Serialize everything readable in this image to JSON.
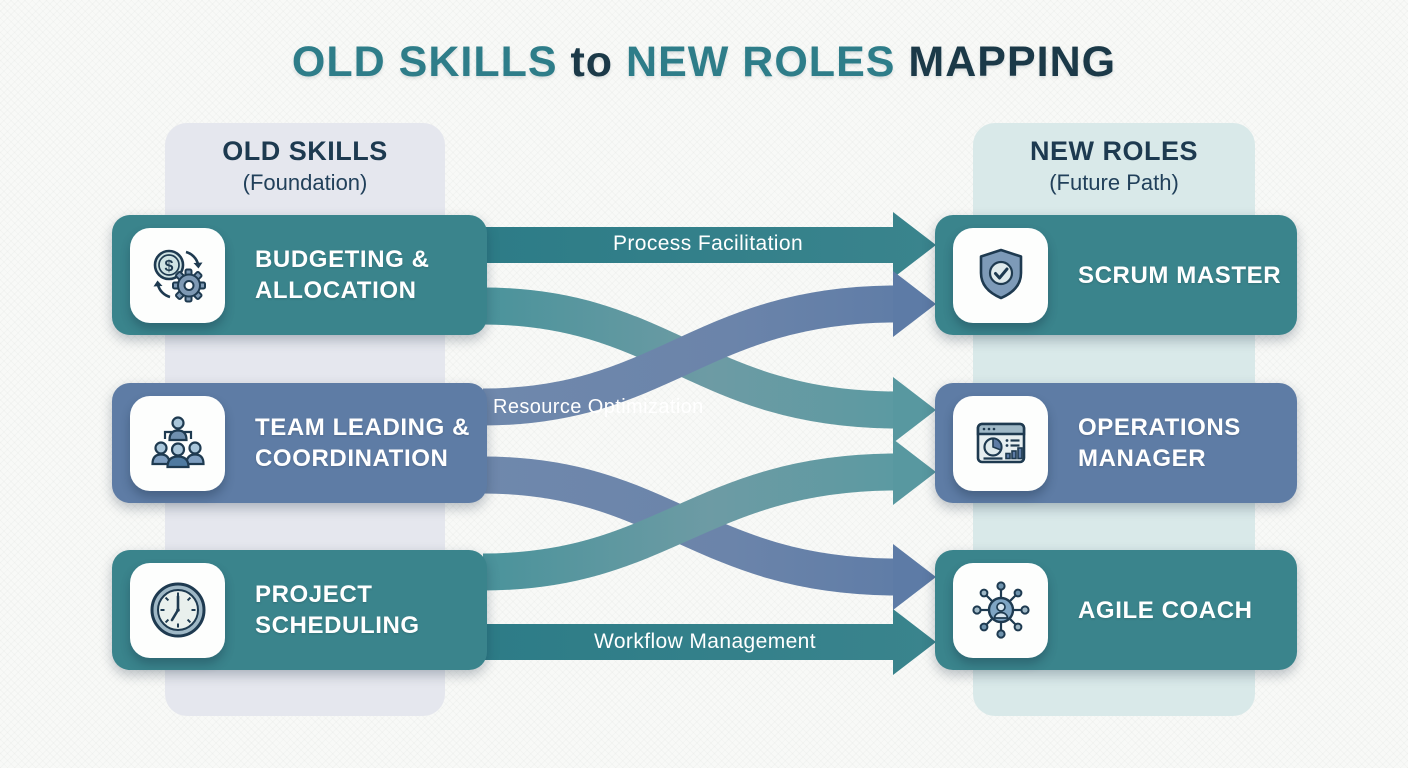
{
  "title": {
    "part1": "OLD SKILLS",
    "part2": "to",
    "part3": "NEW ROLES",
    "part4": "MAPPING"
  },
  "columns": {
    "old": {
      "title": "OLD SKILLS",
      "subtitle": "(Foundation)"
    },
    "new": {
      "title": "NEW ROLES",
      "subtitle": "(Future Path)"
    }
  },
  "skills": [
    {
      "line1": "BUDGETING &",
      "line2": "ALLOCATION",
      "icon": "money-gear-icon",
      "color": "#3a848c"
    },
    {
      "line1": "TEAM LEADING &",
      "line2": "COORDINATION",
      "icon": "team-icon",
      "color": "#5e7ca5"
    },
    {
      "line1": "PROJECT",
      "line2": "SCHEDULING",
      "icon": "clock-icon",
      "color": "#3a848c"
    }
  ],
  "roles": [
    {
      "line1": "SCRUM MASTER",
      "line2": "",
      "icon": "shield-check-icon",
      "color": "#3a848c"
    },
    {
      "line1": "OPERATIONS",
      "line2": "MANAGER",
      "icon": "dashboard-icon",
      "color": "#5e7ca5"
    },
    {
      "line1": "AGILE COACH",
      "line2": "",
      "icon": "network-icon",
      "color": "#3a848c"
    }
  ],
  "connections": [
    {
      "from": "BUDGETING & ALLOCATION",
      "to": "SCRUM MASTER",
      "label": "Process Facilitation",
      "color": "teal",
      "shape": "straight"
    },
    {
      "from": "BUDGETING & ALLOCATION",
      "to": "OPERATIONS MANAGER",
      "label": "",
      "color": "teal",
      "shape": "curve-down"
    },
    {
      "from": "TEAM LEADING & COORDINATION",
      "to": "SCRUM MASTER",
      "label": "Resource Optimization",
      "color": "blue",
      "shape": "curve-up"
    },
    {
      "from": "TEAM LEADING & COORDINATION",
      "to": "AGILE COACH",
      "label": "",
      "color": "blue",
      "shape": "curve-down"
    },
    {
      "from": "PROJECT SCHEDULING",
      "to": "OPERATIONS MANAGER",
      "label": "",
      "color": "teal",
      "shape": "curve-up"
    },
    {
      "from": "PROJECT SCHEDULING",
      "to": "AGILE COACH",
      "label": "Workflow Management",
      "color": "teal",
      "shape": "straight"
    }
  ],
  "colors": {
    "teal_card": "#3a848c",
    "blue_card": "#5e7ca5",
    "teal_arrow": "#2e7d88",
    "blue_arrow": "#5d7ba6",
    "title_teal": "#2e7d89",
    "title_dark": "#1b3948",
    "header_navy": "#1d3a50",
    "old_column_bg": "#e5e7ee",
    "new_column_bg": "#d9e9e9",
    "page_bg": "#f8f9f7"
  }
}
